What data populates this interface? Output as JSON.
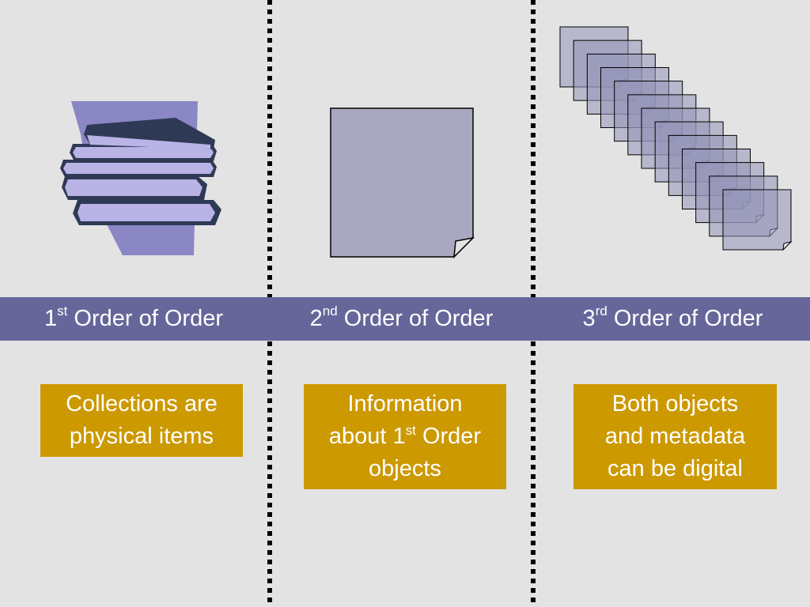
{
  "columns": [
    {
      "heading": {
        "number": "1",
        "suffix": "st",
        "text": " Order of Order"
      },
      "box": {
        "line1": "Collections are",
        "line2": "physical items"
      },
      "icon": "books-icon"
    },
    {
      "heading": {
        "number": "2",
        "suffix": "nd",
        "text": " Order of Order"
      },
      "box": {
        "line1": "Information",
        "line2a": "about 1",
        "line2sup": "st",
        "line2b": " Order",
        "line3": "objects"
      },
      "icon": "document-icon"
    },
    {
      "heading": {
        "number": "3",
        "suffix": "rd",
        "text": " Order of Order"
      },
      "box": {
        "line1": "Both objects",
        "line2": "and metadata",
        "line3": "can be digital"
      },
      "icon": "stacked-documents-icon"
    }
  ],
  "colors": {
    "background": "#e3e3e3",
    "band": "#66669a",
    "box": "#cc9900",
    "page_fill": "#a8a8c0",
    "book_cover": "#2e3a55",
    "book_pages": "#b9b3e6"
  }
}
